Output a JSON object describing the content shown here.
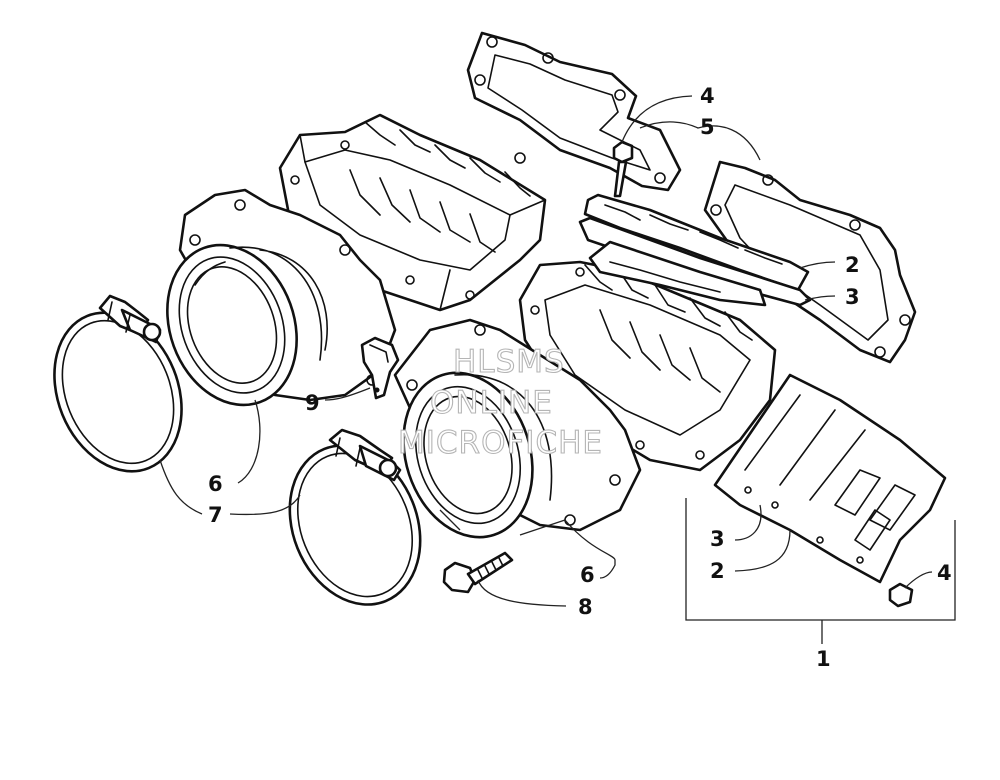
{
  "callouts": {
    "c1": "1",
    "c2_top": "2",
    "c3_top": "3",
    "c2_bottom": "2",
    "c3_bottom": "3",
    "c4_top": "4",
    "c4_bottom": "4",
    "c5": "5",
    "c6_upper": "6",
    "c6_lower": "6",
    "c7": "7",
    "c8": "8",
    "c9": "9"
  },
  "watermark": {
    "line1": "HLSMS",
    "line2": "ONLINE",
    "line3": "MICROFICHE"
  }
}
